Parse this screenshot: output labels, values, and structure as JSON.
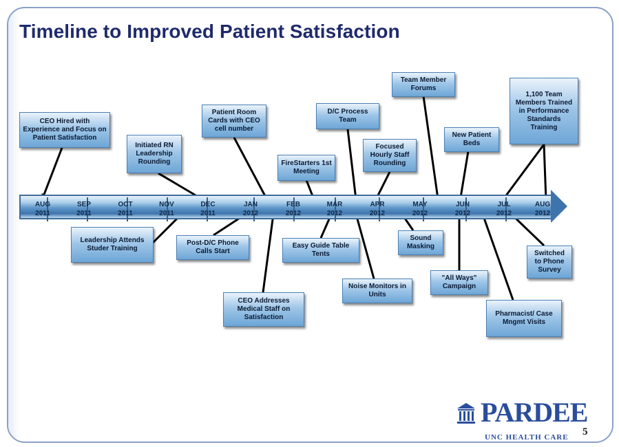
{
  "slide": {
    "title": "Timeline to Improved Patient Satisfaction",
    "page_number": "5"
  },
  "timeline": {
    "months": [
      {
        "m": "AUG",
        "y": "2011"
      },
      {
        "m": "SEP",
        "y": "2011"
      },
      {
        "m": "OCT",
        "y": "2011"
      },
      {
        "m": "NOV",
        "y": "2011"
      },
      {
        "m": "DEC",
        "y": "2011"
      },
      {
        "m": "JAN",
        "y": "2012"
      },
      {
        "m": "FEB",
        "y": "2012"
      },
      {
        "m": "MAR",
        "y": "2012"
      },
      {
        "m": "APR",
        "y": "2012"
      },
      {
        "m": "MAY",
        "y": "2012"
      },
      {
        "m": "JUN",
        "y": "2012"
      },
      {
        "m": "JUL",
        "y": "2012"
      },
      {
        "m": "AUG",
        "y": "2012"
      }
    ]
  },
  "events": [
    {
      "text": "CEO Hired with Experience and Focus on Patient Satisfaction"
    },
    {
      "text": "Initiated RN Leadership Rounding"
    },
    {
      "text": "Patient Room Cards with CEO cell number"
    },
    {
      "text": "FireStarters 1st Meeting"
    },
    {
      "text": "D/C Process Team"
    },
    {
      "text": "Focused Hourly Staff Rounding"
    },
    {
      "text": "Team Member Forums"
    },
    {
      "text": "New Patient Beds"
    },
    {
      "text": "1,100 Team Members Trained in Performance Standards Training"
    },
    {
      "text": "Leadership Attends Studer Training"
    },
    {
      "text": "Post-D/C Phone Calls Start"
    },
    {
      "text": "CEO Addresses Medical Staff on Satisfaction"
    },
    {
      "text": "Easy Guide Table Tents"
    },
    {
      "text": "Noise Monitors in Units"
    },
    {
      "text": "Sound Masking"
    },
    {
      "text": "\"All Ways\" Campaign"
    },
    {
      "text": "Pharmacist/ Case Mngmt Visits"
    },
    {
      "text": "Switched to Phone Survey"
    }
  ],
  "logo": {
    "name": "PARDEE",
    "tagline": "UNC HEALTH CARE"
  },
  "colors": {
    "title": "#1f2a6b",
    "box_border": "#4b7fb3",
    "axis": "#3e74ac",
    "logo": "#2a4d9c"
  }
}
